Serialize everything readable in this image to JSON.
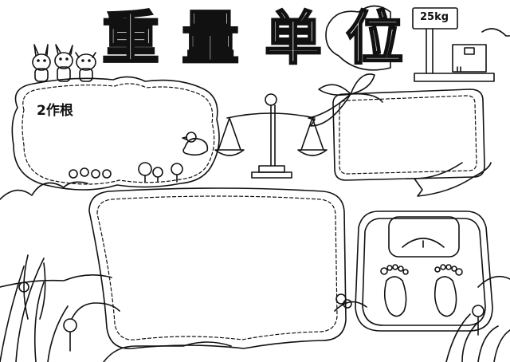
{
  "title": {
    "chars": [
      "重",
      "量",
      "单",
      "位"
    ]
  },
  "scale_display": "25kg",
  "left_frame_label": "2作根",
  "colors": {
    "stroke": "#111111",
    "paper": "#ffffff"
  },
  "icons": [
    "animal-figures-icon",
    "balance-scale-icon",
    "platform-scale-icon",
    "bathroom-scale-icon",
    "footprint-icon",
    "box-icon",
    "ribbon-icon",
    "duck-icon",
    "tree-icon",
    "grass-icon",
    "flower-icon"
  ]
}
